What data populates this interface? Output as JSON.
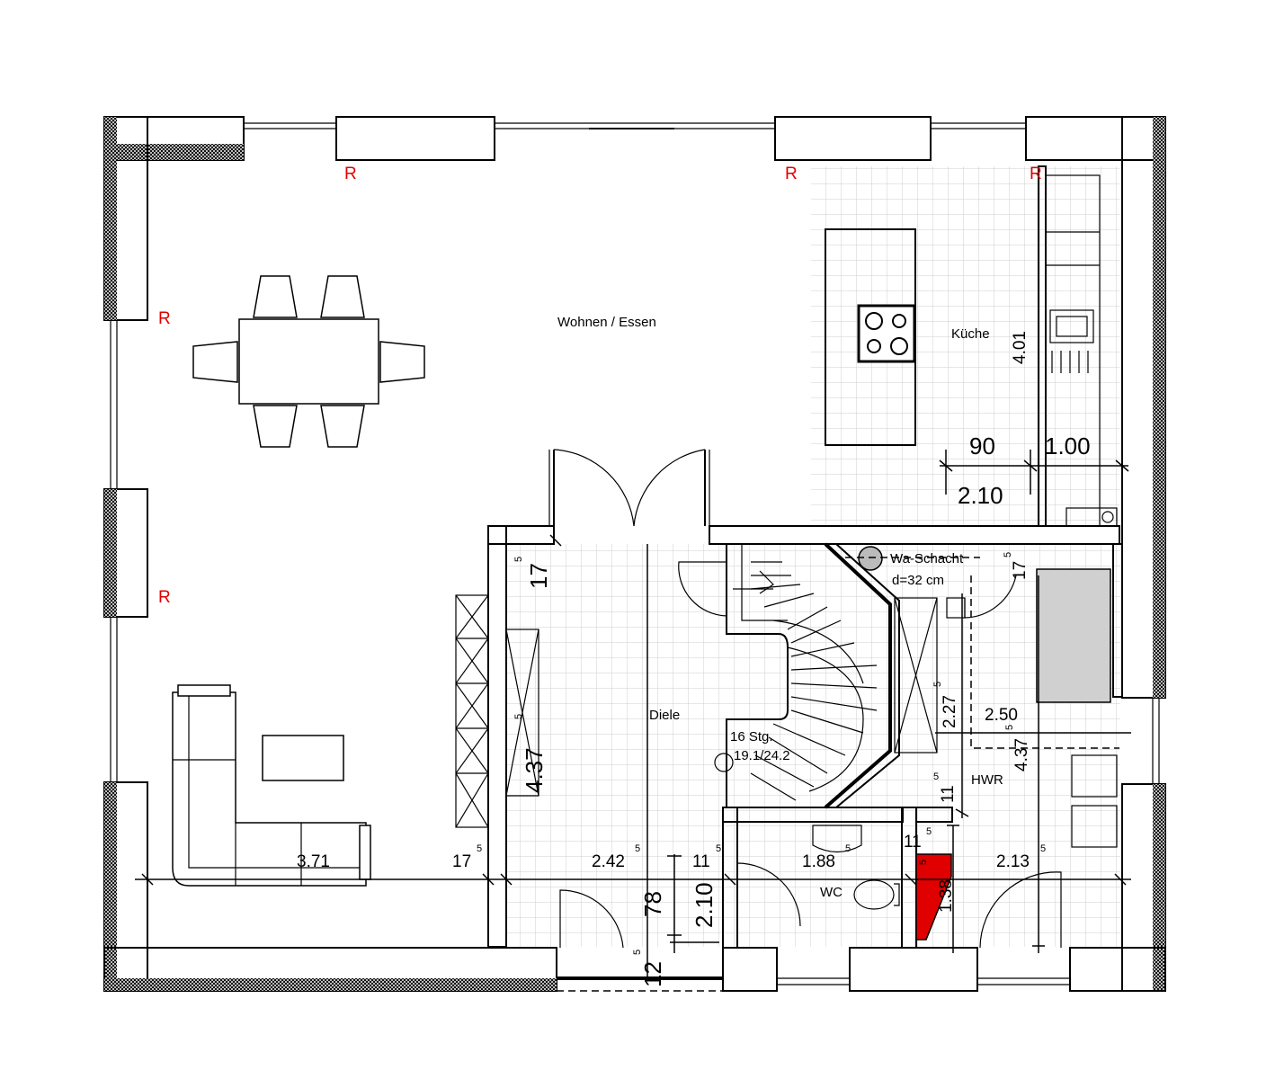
{
  "rooms": {
    "living": "Wohnen / Essen",
    "kitchen": "Küche",
    "hall": "Diele",
    "wc": "WC",
    "utility": "HWR"
  },
  "stair": {
    "steps": "16 Stg.",
    "ratio": "19.1/24.2"
  },
  "shaft": {
    "name": "Wa-Schacht",
    "depth": "d=32 cm"
  },
  "r_mark": "R",
  "dimensions": {
    "kitchen_h": "4.01",
    "k_90": "90",
    "k_100": "1.00",
    "k_210": "2.10",
    "hall_17": "17",
    "hall_17_sup": "5",
    "hall_437": "4.37",
    "hall_437_sup": "5",
    "shaft_17": "17",
    "shaft_17_sup": "5",
    "hwr_227": "2.27",
    "hwr_227_sup": "5",
    "hwr_250": "2.50",
    "hwr_437": "4.37",
    "hwr_437_sup": "5",
    "hwr_11": "11",
    "hwr_11_sup": "5",
    "wc_11": "11",
    "wc_11_sup": "5",
    "w_371": "3.71",
    "w_17": "17",
    "w_17_sup": "5",
    "w_242": "2.42",
    "w_242_sup": "5",
    "w_11": "11",
    "w_11_sup": "5",
    "w_188": "1.88",
    "w_188_sup": "5",
    "w_213": "2.13",
    "w_213_sup": "5",
    "w_138": "1.38",
    "w_138_sup": "5",
    "v_78": "78",
    "v_210": "2.10",
    "v_12": "12",
    "v_12_sup": "5"
  }
}
